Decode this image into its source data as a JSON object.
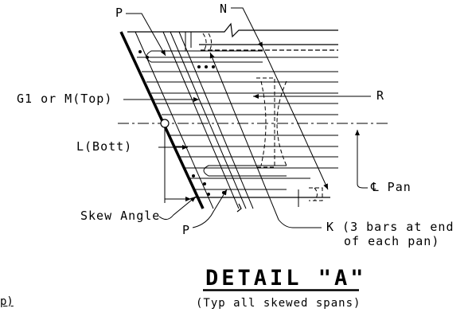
{
  "labels": {
    "p_top": "P",
    "n_top": "N",
    "g1_m_top": "G1 or M(Top)",
    "r": "R",
    "l_bott": "L(Bott)",
    "cl_pan": "℄ Pan",
    "skew_angle": "Skew Angle",
    "p_bottom": "P",
    "k_line1": "K (3 bars at end",
    "k_line2": "of each pan)"
  },
  "title": "DETAIL \"A\"",
  "subtitle": "(Typ all skewed spans)",
  "left_fragment": "p)"
}
